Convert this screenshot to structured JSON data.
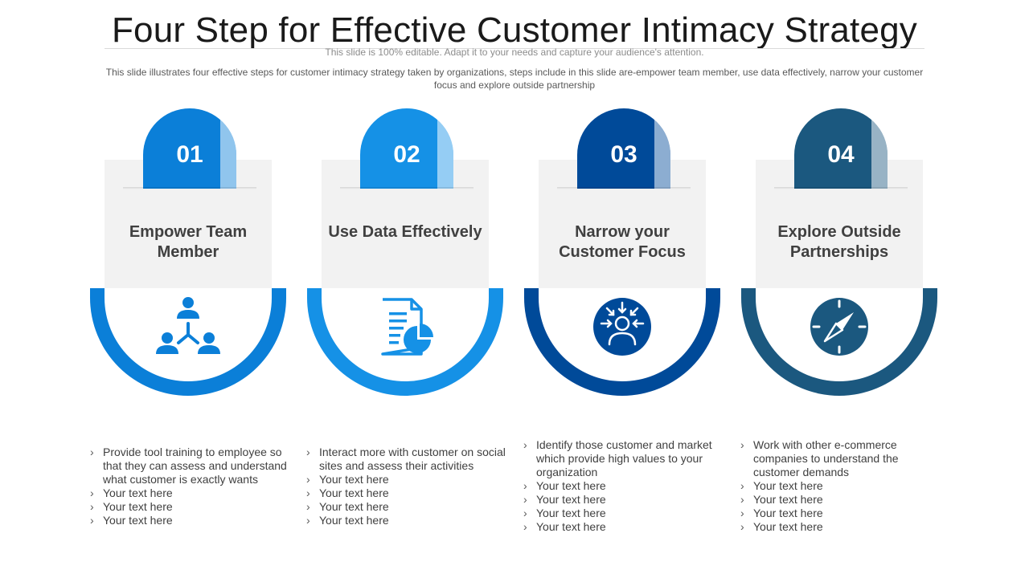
{
  "title": "Four Step for Effective Customer Intimacy Strategy",
  "editable_note": "This slide is 100% editable. Adapt it to your needs and capture your audience's attention.",
  "description": "This slide illustrates four effective  steps for customer intimacy strategy taken by organizations, steps include in this slide are-empower  team member, use data effectively, narrow your customer focus and explore outside partnership",
  "steps": [
    {
      "number": "01",
      "title": "Empower Team Member",
      "color": "#0b7fd8",
      "icon": "team-hierarchy-icon",
      "bullets": [
        "Provide tool training to employee so that they can assess and understand what customer is exactly wants",
        "Your text here",
        "Your text here",
        "Your text here"
      ]
    },
    {
      "number": "02",
      "title": "Use Data Effectively",
      "color": "#1591e6",
      "icon": "data-report-icon",
      "bullets": [
        "Interact more with customer on social sites and assess their activities",
        "Your text here",
        "Your text here",
        "Your text here",
        "Your text here"
      ]
    },
    {
      "number": "03",
      "title": "Narrow your Customer Focus",
      "color": "#004a99",
      "icon": "customer-focus-icon",
      "bullets": [
        "Identify those customer and market which provide high values to your organization",
        "Your text here",
        "Your text here",
        "Your text here",
        "Your text here"
      ]
    },
    {
      "number": "04",
      "title": "Explore Outside Partnerships",
      "color": "#1b587f",
      "icon": "compass-icon",
      "bullets": [
        "Work with other e-commerce companies to understand the customer demands",
        "Your text here",
        "Your text here",
        "Your text here",
        "Your text here"
      ]
    }
  ]
}
